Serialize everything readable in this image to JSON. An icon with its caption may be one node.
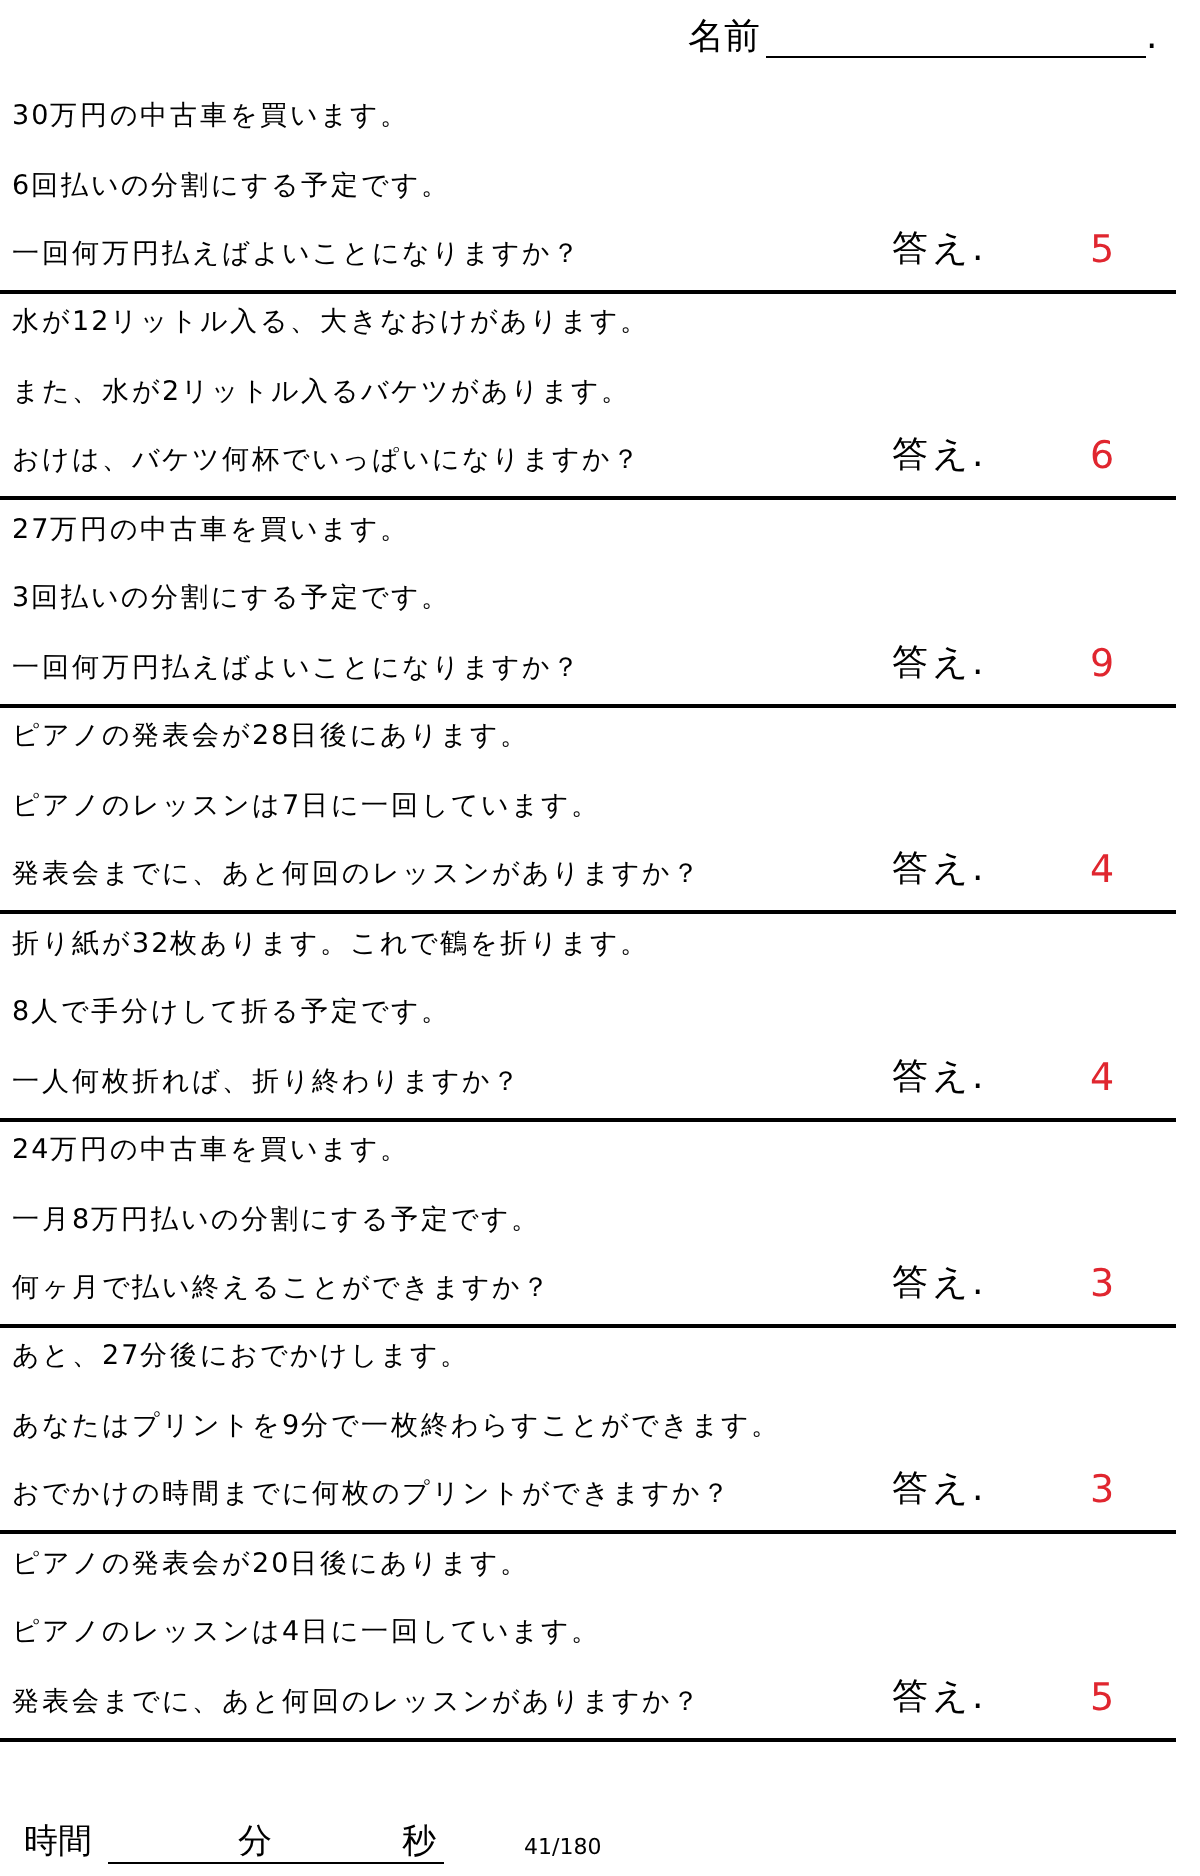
{
  "diagram": {
    "labels": [
      "名前",
      ".",
      "30万円の中古車を買います。",
      "6回払いの分割にする予定です。",
      "一回何万円払えばよいことになりますか？",
      "答え.",
      "5",
      "水が12リットル入る、大きなおけがあります。",
      "また、水が2リットル入るバケツがあります。",
      "おけは、バケツ何杯でいっぱいになりますか？",
      "答え.",
      "6",
      "27万円の中古車を買います。",
      "3回払いの分割にする予定です。",
      "一回何万円払えばよいことになりますか？",
      "答え.",
      "9",
      "ピアノの発表会が28日後にあります。",
      "ピアノのレッスンは7日に一回しています。",
      "発表会までに、あと何回のレッスンがありますか？",
      "答え.",
      "4",
      "折り紙が32枚あります。これで鶴を折ります。",
      "8人で手分けして折る予定です。",
      "一人何枚折れば、折り終わりますか？",
      "答え.",
      "4",
      "24万円の中古車を買います。",
      "一月8万円払いの分割にする予定です。",
      "何ヶ月で払い終えることができますか？",
      "答え.",
      "3",
      "あと、27分後におでかけします。",
      "あなたはプリントを9分で一枚終わらすことができます。",
      "おでかけの時間までに何枚のプリントができますか？",
      "答え.",
      "3",
      "ピアノの発表会が20日後にあります。",
      "ピアノのレッスンは4日に一回しています。",
      "発表会までに、あと何回のレッスンがありますか？",
      "答え.",
      "5",
      "時間",
      "分",
      "秒",
      "41/180"
    ]
  }
}
